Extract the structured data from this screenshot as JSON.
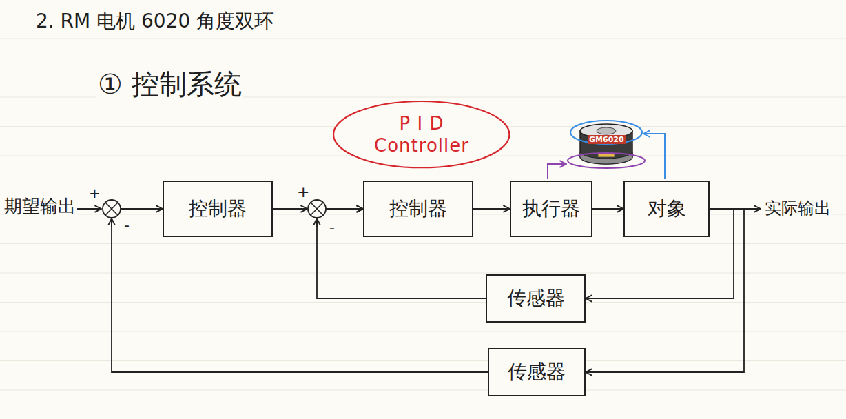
{
  "diagram": {
    "title": "2. RM 电机 6020 角度双环",
    "nodes": [
      {
        "text": [
          "P I D Controller"
        ]
      },
      {
        "text": [
          "控制器"
        ]
      },
      {
        "text": [
          "控制器"
        ]
      },
      {
        "text": [
          "执行器"
        ]
      },
      {
        "text": [
          "对象"
        ]
      },
      {
        "text": [
          "传感器"
        ]
      },
      {
        "text": [
          "传感器"
        ]
      }
    ],
    "edges": [
      {
        "from": 1,
        "to": 2,
        "arrow": "to"
      },
      {
        "from": 2,
        "to": 3,
        "arrow": "to"
      },
      {
        "from": 3,
        "to": 4,
        "arrow": "to"
      },
      {
        "from": 4,
        "to": 5,
        "arrow": "to"
      },
      {
        "from": 4,
        "to": 6,
        "arrow": "to"
      },
      {
        "from": 5,
        "to": 2,
        "arrow": "to"
      },
      {
        "from": 6,
        "to": 1,
        "arrow": "to"
      }
    ],
    "labels": [
      "① 控制系统",
      "期望输出",
      "+",
      "-",
      "+",
      "-",
      "实际输出",
      "GM6020"
    ]
  }
}
